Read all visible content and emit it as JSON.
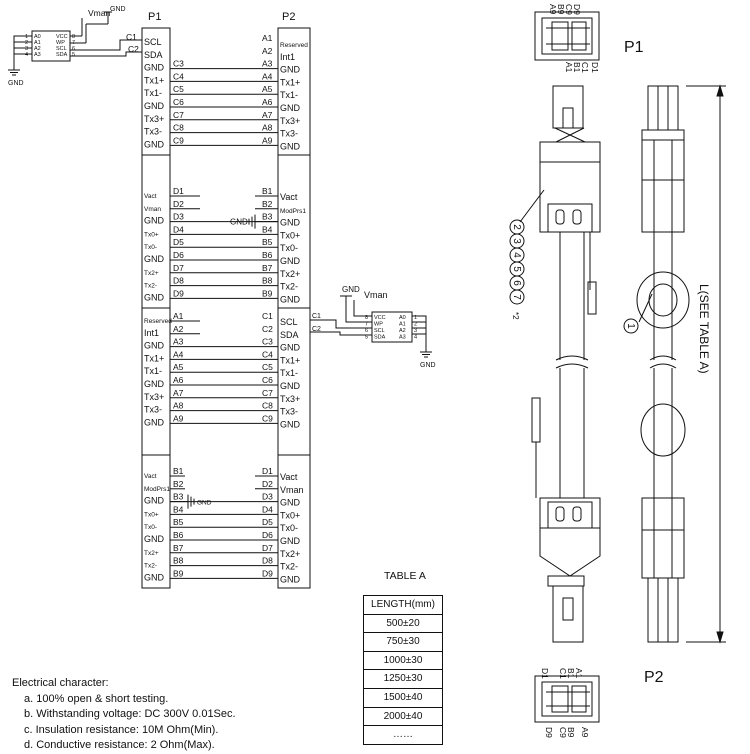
{
  "p1_title": "P1",
  "p2_title": "P2",
  "view_p1": "P1",
  "view_p2": "P2",
  "length_label": "L(SEE TABLE A)",
  "balloons": {
    "b1": "1",
    "b2": "2",
    "b3": "3",
    "b4": "4",
    "b5": "5",
    "b6": "6",
    "b7": "7",
    "suffix": "*2"
  },
  "eeprom": {
    "left_pins": [
      "A0",
      "A1",
      "A2",
      "A3"
    ],
    "left_nums": [
      "1",
      "2",
      "3",
      "4"
    ],
    "right_pins": [
      "VCC",
      "WP",
      "SCL",
      "SDA"
    ],
    "right_nums": [
      "8",
      "7",
      "6",
      "5"
    ],
    "vman": "Vman",
    "gnd": "GND",
    "c1": "C1",
    "c2": "C2"
  },
  "p1_block1": {
    "labels": [
      "SCL",
      "SDA",
      "GND",
      "Tx1+",
      "Tx1-",
      "GND",
      "Tx3+",
      "Tx3-",
      "GND"
    ],
    "wires": [
      "C3",
      "C4",
      "C5",
      "C6",
      "C7",
      "C8",
      "C9"
    ]
  },
  "p2_block1": {
    "pins": [
      "A1",
      "A2",
      "A3",
      "A4",
      "A5",
      "A6",
      "A7",
      "A8",
      "A9"
    ],
    "labels": [
      "Reserved",
      "Int1",
      "GND",
      "Tx1+",
      "Tx1-",
      "GND",
      "Tx3+",
      "Tx3-",
      "GND"
    ]
  },
  "p1_block2": {
    "labels": [
      "Vact",
      "Vman",
      "GND",
      "Tx0+",
      "Tx0-",
      "GND",
      "Tx2+",
      "Tx2-",
      "GND"
    ],
    "wires": [
      "D1",
      "D2",
      "D3",
      "D4",
      "D5",
      "D6",
      "D7",
      "D8",
      "D9"
    ]
  },
  "p2_block2": {
    "pins": [
      "B1",
      "B2",
      "B3",
      "B4",
      "B5",
      "B6",
      "B7",
      "B8",
      "B9"
    ],
    "labels": [
      "Vact",
      "ModPrs1",
      "GND",
      "Tx0+",
      "Tx0-",
      "GND",
      "Tx2+",
      "Tx2-",
      "GND"
    ],
    "gnd": "GND"
  },
  "p1_block3": {
    "labels": [
      "Reserved",
      "Int1",
      "GND",
      "Tx1+",
      "Tx1-",
      "GND",
      "Tx3+",
      "Tx3-",
      "GND"
    ],
    "wires": [
      "A1",
      "A2",
      "A3",
      "A4",
      "A5",
      "A6",
      "A7",
      "A8",
      "A9"
    ]
  },
  "p2_block3": {
    "pins": [
      "C1",
      "C2",
      "C3",
      "C4",
      "C5",
      "C6",
      "C7",
      "C8",
      "C9"
    ],
    "labels": [
      "SCL",
      "SDA",
      "GND",
      "Tx1+",
      "Tx1-",
      "GND",
      "Tx3+",
      "Tx3-",
      "GND"
    ]
  },
  "p1_block4": {
    "labels": [
      "Vact",
      "ModPrs1",
      "GND",
      "Tx0+",
      "Tx0-",
      "GND",
      "Tx2+",
      "Tx2-",
      "GND"
    ],
    "wires": [
      "B1",
      "B2",
      "B3",
      "B4",
      "B5",
      "B6",
      "B7",
      "B8",
      "B9"
    ],
    "gnd": "GND"
  },
  "p2_block4": {
    "pins": [
      "D1",
      "D2",
      "D3",
      "D4",
      "D5",
      "D6",
      "D7",
      "D8",
      "D9"
    ],
    "labels": [
      "Vact",
      "Vman",
      "GND",
      "Tx0+",
      "Tx0-",
      "GND",
      "Tx2+",
      "Tx2-",
      "GND"
    ]
  },
  "top_connector_pins": [
    "A9",
    "B9",
    "C9",
    "D9",
    "A1",
    "B1",
    "C1",
    "D1"
  ],
  "bottom_connector_pins": [
    "D1",
    "C1",
    "B1",
    "A1",
    "D9",
    "C9",
    "B9",
    "A9"
  ],
  "table": {
    "title": "TABLE A",
    "header": "LENGTH(mm)",
    "rows": [
      "500±20",
      "750±30",
      "1000±30",
      "1250±30",
      "1500±40",
      "2000±40",
      "……"
    ]
  },
  "notes": {
    "title": "Electrical character:",
    "items": [
      "a. 100% open & short testing.",
      "b. Withstanding voltage: DC 300V 0.01Sec.",
      "c. Insulation resistance: 10M Ohm(Min).",
      "d. Conductive resistance: 2 Ohm(Max)."
    ]
  }
}
